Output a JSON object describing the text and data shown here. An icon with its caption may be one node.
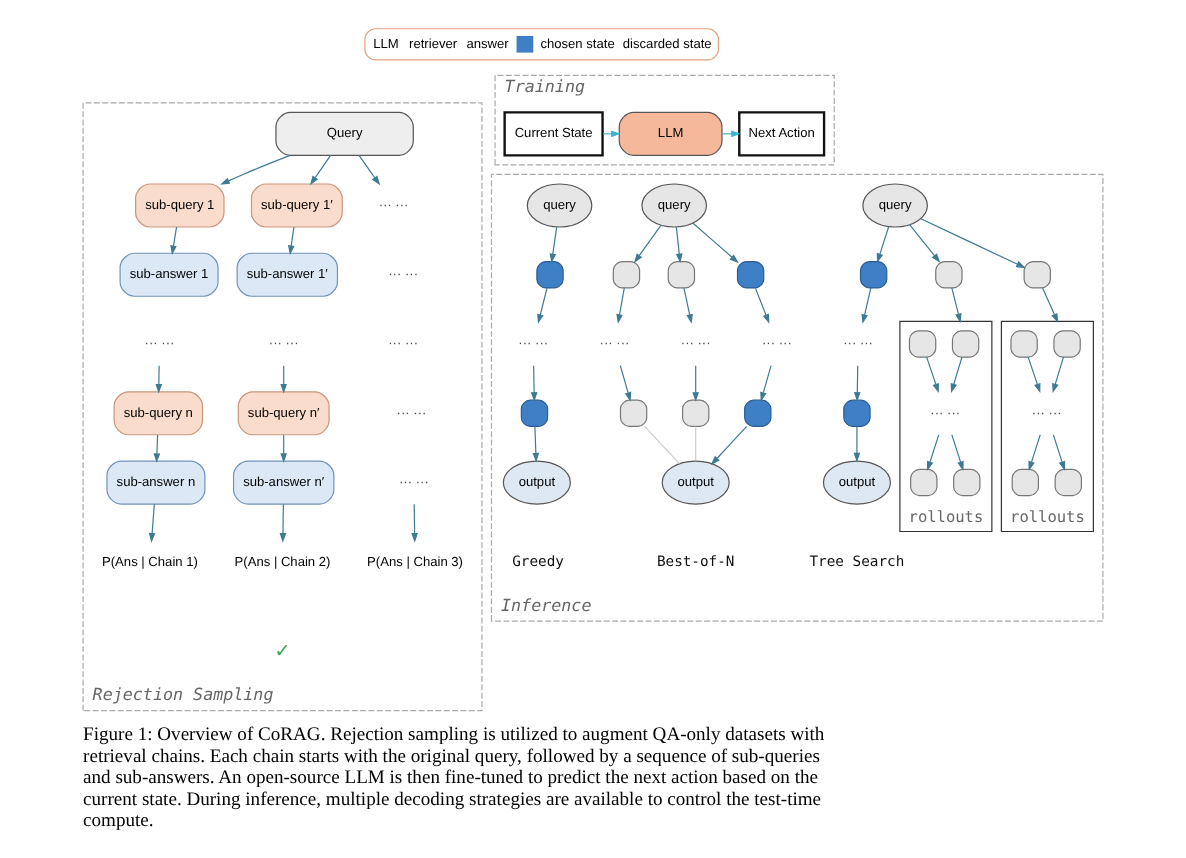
{
  "diagram": {
    "caption": "Figure 1: Overview of CoRAG. Rejection sampling is utilized to augment QA-only datasets with retrieval chains. Each chain starts with the original query, followed by a sequence of sub-queries and sub-answers. An open-source LLM is then fine-tuned to predict the next action based on the current state. During inference, multiple decoding strategies are available to control the test-time compute.",
    "nodes": [
      {
        "text": [
          "Rejection Sampling"
        ]
      },
      {
        "text": [
          "Query"
        ],
        "in": 0
      },
      {
        "text": [
          "sub-query 1"
        ],
        "in": 0
      },
      {
        "text": [
          "sub-query 1′"
        ],
        "in": 0
      },
      {
        "text": [
          "··· ···"
        ],
        "in": 0
      },
      {
        "text": [
          "sub-answer 1"
        ],
        "in": 0
      },
      {
        "text": [
          "sub-answer 1′"
        ],
        "in": 0
      },
      {
        "text": [
          "··· ···"
        ],
        "in": 0
      },
      {
        "text": [
          "··· ···"
        ],
        "in": 0
      },
      {
        "text": [
          "··· ···"
        ],
        "in": 0
      },
      {
        "text": [
          "··· ···"
        ],
        "in": 0
      },
      {
        "text": [
          "sub-query n"
        ],
        "in": 0
      },
      {
        "text": [
          "sub-query n′"
        ],
        "in": 0
      },
      {
        "text": [
          "··· ···"
        ],
        "in": 0
      },
      {
        "text": [
          "sub-answer n"
        ],
        "in": 0
      },
      {
        "text": [
          "sub-answer n′"
        ],
        "in": 0
      },
      {
        "text": [
          "··· ···"
        ],
        "in": 0
      },
      {
        "text": [
          "P(Ans | Chain 1)"
        ],
        "in": 0
      },
      {
        "text": [
          "P(Ans | Chain 2)"
        ],
        "in": 0
      },
      {
        "text": [
          "P(Ans | Chain 3)"
        ],
        "in": 0
      },
      {
        "text": [
          "Training"
        ]
      },
      {
        "text": [
          "Current State"
        ],
        "in": 20
      },
      {
        "text": [
          "LLM"
        ],
        "in": 20
      },
      {
        "text": [
          "Next Action"
        ],
        "in": 20
      },
      {
        "text": [
          "Inference"
        ]
      },
      {
        "text": [
          "query"
        ],
        "in": 24
      },
      {
        "text": [],
        "shape": "box",
        "in": 24
      },
      {
        "text": [
          "··· ···"
        ],
        "in": 24
      },
      {
        "text": [],
        "shape": "box",
        "in": 24
      },
      {
        "text": [
          "output"
        ],
        "in": 24
      },
      {
        "text": [
          "query"
        ],
        "in": 24
      },
      {
        "text": [],
        "shape": "box",
        "in": 24
      },
      {
        "text": [],
        "shape": "box",
        "in": 24
      },
      {
        "text": [],
        "shape": "box",
        "in": 24
      },
      {
        "text": [
          "··· ···"
        ],
        "in": 24
      },
      {
        "text": [
          "··· ···"
        ],
        "in": 24
      },
      {
        "text": [
          "··· ···"
        ],
        "in": 24
      },
      {
        "text": [],
        "shape": "box",
        "in": 24
      },
      {
        "text": [],
        "shape": "box",
        "in": 24
      },
      {
        "text": [],
        "shape": "box",
        "in": 24
      },
      {
        "text": [
          "output"
        ],
        "in": 24
      },
      {
        "text": [
          "query"
        ],
        "in": 24
      },
      {
        "text": [],
        "shape": "box",
        "in": 24
      },
      {
        "text": [],
        "shape": "box",
        "in": 24
      },
      {
        "text": [],
        "shape": "box",
        "in": 24
      },
      {
        "text": [
          "rollouts"
        ],
        "in": 24
      },
      {
        "text": [],
        "shape": "box",
        "in": 45
      },
      {
        "text": [],
        "shape": "box",
        "in": 45
      },
      {
        "text": [
          "··· ···"
        ],
        "in": 45
      },
      {
        "text": [],
        "shape": "box",
        "in": 45
      },
      {
        "text": [],
        "shape": "box",
        "in": 45
      },
      {
        "text": [
          "··· ···"
        ],
        "in": 24
      },
      {
        "text": [],
        "shape": "box",
        "in": 24
      },
      {
        "text": [
          "output"
        ],
        "in": 24
      },
      {
        "text": [
          "rollouts"
        ],
        "in": 24
      },
      {
        "text": [],
        "shape": "box",
        "in": 54
      },
      {
        "text": [],
        "shape": "box",
        "in": 54
      },
      {
        "text": [
          "··· ···"
        ],
        "in": 54
      },
      {
        "text": [],
        "shape": "box",
        "in": 54
      },
      {
        "text": [],
        "shape": "box",
        "in": 54
      }
    ],
    "edges": [
      {
        "from": 1,
        "to": 2,
        "arrow": "to"
      },
      {
        "from": 1,
        "to": 3,
        "arrow": "to"
      },
      {
        "from": 1,
        "to": 4,
        "arrow": "to"
      },
      {
        "from": 2,
        "to": 5,
        "arrow": "to"
      },
      {
        "from": 3,
        "to": 6,
        "arrow": "to"
      },
      {
        "from": 8,
        "to": 11,
        "arrow": "to"
      },
      {
        "from": 9,
        "to": 12,
        "arrow": "to"
      },
      {
        "from": 11,
        "to": 14,
        "arrow": "to"
      },
      {
        "from": 12,
        "to": 15,
        "arrow": "to"
      },
      {
        "from": 14,
        "to": 17,
        "arrow": "to"
      },
      {
        "from": 15,
        "to": 18,
        "arrow": "to"
      },
      {
        "from": 16,
        "to": 19,
        "arrow": "to"
      },
      {
        "from": 21,
        "to": 22,
        "arrow": "to",
        "color": "#3fb0d0"
      },
      {
        "from": 22,
        "to": 23,
        "arrow": "to",
        "color": "#3fb0d0"
      },
      {
        "from": 25,
        "to": 26,
        "arrow": "to"
      },
      {
        "from": 26,
        "to": 27,
        "arrow": "to"
      },
      {
        "from": 27,
        "to": 28,
        "arrow": "to"
      },
      {
        "from": 28,
        "to": 29,
        "arrow": "to"
      },
      {
        "from": 30,
        "to": 31,
        "arrow": "to"
      },
      {
        "from": 30,
        "to": 32,
        "arrow": "to"
      },
      {
        "from": 30,
        "to": 33,
        "arrow": "to"
      },
      {
        "from": 31,
        "to": 34,
        "arrow": "to"
      },
      {
        "from": 32,
        "to": 35,
        "arrow": "to"
      },
      {
        "from": 33,
        "to": 36,
        "arrow": "to"
      },
      {
        "from": 34,
        "to": 37,
        "arrow": "to"
      },
      {
        "from": 35,
        "to": 38,
        "arrow": "to"
      },
      {
        "from": 36,
        "to": 39,
        "arrow": "to"
      },
      {
        "from": 37,
        "to": 40,
        "arrow": "to"
      },
      {
        "from": 38,
        "to": 40,
        "arrow": "none",
        "color": "#cccccc"
      },
      {
        "from": 39,
        "to": 40,
        "arrow": "none",
        "color": "#cccccc"
      },
      {
        "from": 41,
        "to": 42,
        "arrow": "to"
      },
      {
        "from": 41,
        "to": 43,
        "arrow": "to"
      },
      {
        "from": 41,
        "to": 44,
        "arrow": "to"
      },
      {
        "from": 42,
        "to": 45,
        "arrow": "to"
      },
      {
        "from": 43,
        "to": 51,
        "arrow": "to"
      },
      {
        "from": 51,
        "to": 52,
        "arrow": "to"
      },
      {
        "from": 52,
        "to": 53,
        "arrow": "to"
      },
      {
        "from": 44,
        "to": 54,
        "arrow": "to"
      },
      {
        "from": 46,
        "to": 48,
        "arrow": "to"
      },
      {
        "from": 47,
        "to": 48,
        "arrow": "to"
      },
      {
        "from": 48,
        "to": 49,
        "arrow": "to"
      },
      {
        "from": 48,
        "to": 50,
        "arrow": "to"
      },
      {
        "from": 55,
        "to": 57,
        "arrow": "to"
      },
      {
        "from": 56,
        "to": 57,
        "arrow": "to"
      },
      {
        "from": 57,
        "to": 58,
        "arrow": "to"
      },
      {
        "from": 57,
        "to": 59,
        "arrow": "to"
      }
    ],
    "labels": [
      "Greedy",
      "Best-of-N",
      "Tree Search",
      "✓"
    ],
    "legend": [
      {
        "text": "LLM"
      },
      {
        "text": "retriever"
      },
      {
        "text": "answer"
      },
      {
        "text": "chosen state",
        "color": "#3f7fc5"
      },
      {
        "text": "discarded state"
      }
    ]
  }
}
